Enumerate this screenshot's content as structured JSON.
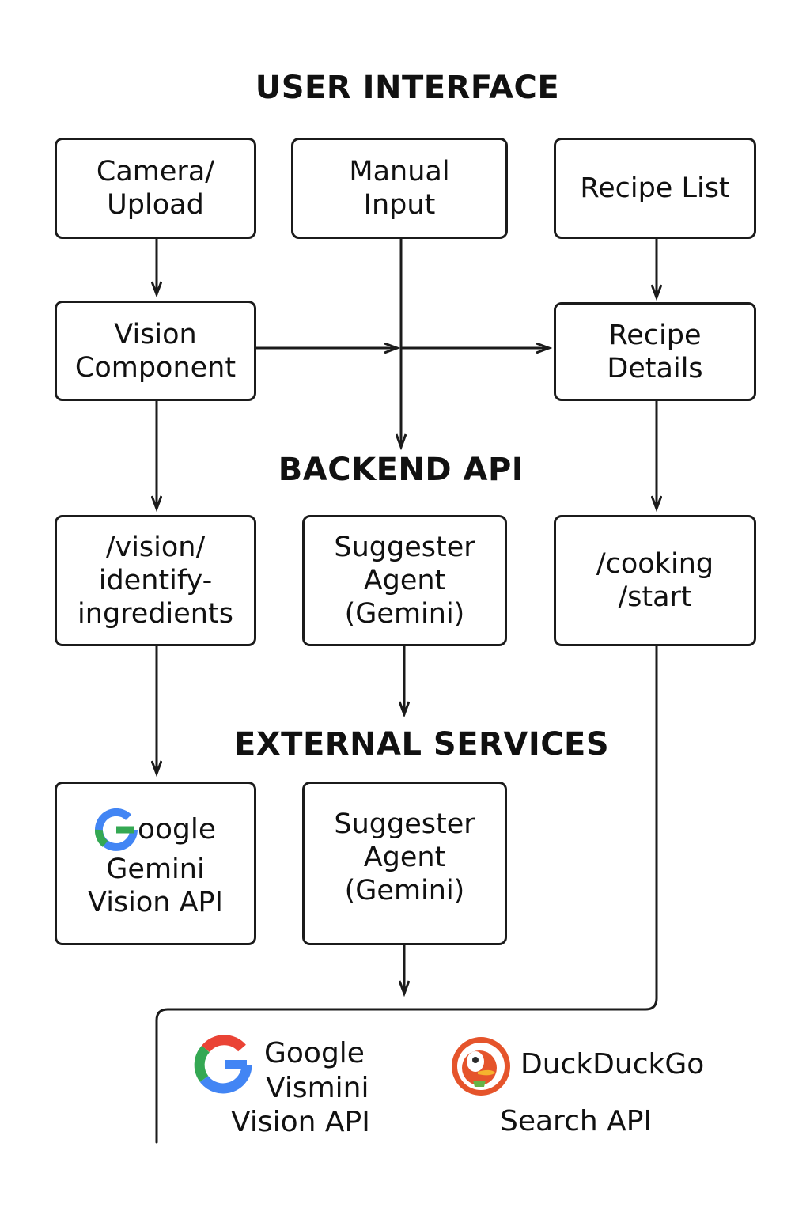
{
  "sections": {
    "user_interface": "USER INTERFACE",
    "backend_api": "BACKEND API",
    "external_services": "EXTERNAL SERVICES"
  },
  "nodes": {
    "camera_upload": [
      "Camera/",
      "Upload"
    ],
    "manual_input": [
      "Manual",
      "Input"
    ],
    "recipe_list": [
      "Recipe List"
    ],
    "vision_component": [
      "Vision",
      "Component"
    ],
    "recipe_details": [
      "Recipe",
      "Details"
    ],
    "vision_endpoint": [
      "/vision/",
      "identify-",
      "ingredients"
    ],
    "suggester_agent_backend": [
      "Suggester",
      "Agent",
      "(Gemini)"
    ],
    "cooking_endpoint": [
      "/cooking",
      "/start"
    ],
    "gemini_vision_api": {
      "logo_text": "oogle",
      "lines": [
        "Gemini",
        "Vision API"
      ]
    },
    "suggester_agent_external": [
      "Suggester",
      "Agent",
      "(Gemini)"
    ]
  },
  "services": {
    "google": {
      "lines": [
        "Google",
        "Vismini",
        "Vision API"
      ]
    },
    "duckduckgo": {
      "name": "DuckDuckGo",
      "subtitle": "Search API"
    }
  },
  "icons": {
    "google": "google-g-icon",
    "duckduckgo": "duckduckgo-icon"
  },
  "colors": {
    "stroke": "#1b1b1b",
    "google_blue": "#4285F4",
    "google_green": "#34A853",
    "google_red": "#EA4335",
    "google_yellow": "#FBBC05",
    "duck_orange": "#E5542B"
  }
}
